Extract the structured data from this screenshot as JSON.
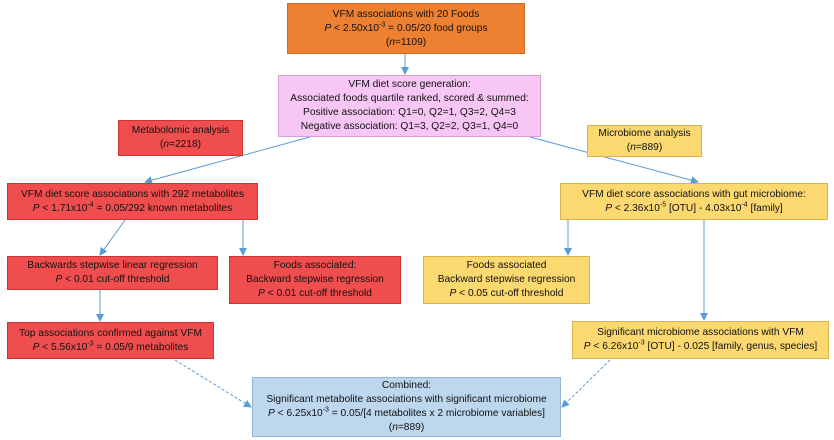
{
  "nodes": {
    "foods": {
      "line1": "VFM associations with 20 Foods",
      "line2_pre": " < 2.50x10",
      "line2_exp": "-3",
      "line2_post": " = 0.05/20 food groups",
      "p": "P",
      "n": "n",
      "n_value": "=1109",
      "paren_open": "(",
      "paren_close": ")"
    },
    "score": {
      "line1": "VFM diet score generation:",
      "line2": "Associated foods quartile ranked, scored & summed:",
      "line3": "Positive association: Q1=0, Q2=1, Q3=2, Q4=3",
      "line4": "Negative association: Q1=3, Q2=2, Q3=1, Q4=0"
    },
    "metabolomic": {
      "title": "Metabolomic analysis",
      "n": "n",
      "n_value": "=2218",
      "paren_open": "(",
      "paren_close": ")"
    },
    "microbiome": {
      "title": "Microbiome analysis",
      "n": "n",
      "n_value": "=889",
      "paren_open": "(",
      "paren_close": ")"
    },
    "metab_assoc": {
      "line1": "VFM diet score associations with 292 metabolites",
      "p": "P",
      "line2_pre": " < 1.71x10",
      "line2_exp": "-4",
      "line2_post": " = 0.05/292 known metabolites"
    },
    "micro_assoc": {
      "line1": "VFM diet score associations with gut microbiome:",
      "p": "P",
      "line2_pre": " < 2.36x10",
      "line2_exp": "-5",
      "line2_mid": " [OTU] - 4.03x10",
      "line2_exp2": "-4",
      "line2_post": " [family]"
    },
    "backwards": {
      "line1": "Backwards stepwise linear regression",
      "p": "P",
      "line2": " < 0.01 cut-off threshold"
    },
    "foods_metab": {
      "line1": "Foods associated:",
      "line2": "Backward stepwise regression",
      "p": "P",
      "line3": " < 0.01 cut-off threshold"
    },
    "foods_micro": {
      "line1": "Foods associated",
      "line2": "Backward stepwise regression",
      "p": "P",
      "line3": " < 0.05 cut-off threshold"
    },
    "top_assoc": {
      "line1": "Top associations confirmed against VFM",
      "p": "P",
      "line2_pre": " < 5.56x10",
      "line2_exp": "-3",
      "line2_post": " = 0.05/9 metabolites"
    },
    "sig_micro": {
      "line1": "Significant microbiome associations with VFM",
      "p": "P",
      "line2_pre": " < 6.26x10",
      "line2_exp": "-3",
      "line2_post": " [OTU] - 0.025 [family, genus, species]"
    },
    "combined": {
      "line1": "Combined:",
      "line2": "Significant metabolite associations with significant microbiome",
      "p": "P",
      "line3_pre": " < 6.25x10",
      "line3_exp": "-3",
      "line3_post": " = 0.05/[4 metabolites x 2 microbiome variables]",
      "n": "n",
      "n_value": "=889",
      "paren_open": "(",
      "paren_close": ")"
    }
  },
  "colors": {
    "orange": "#ee8131",
    "pink": "#f7c6f4",
    "red": "#f04e4e",
    "yellow": "#fbd870",
    "blue": "#bdd7ee",
    "arrow": "#5b9bd5"
  }
}
